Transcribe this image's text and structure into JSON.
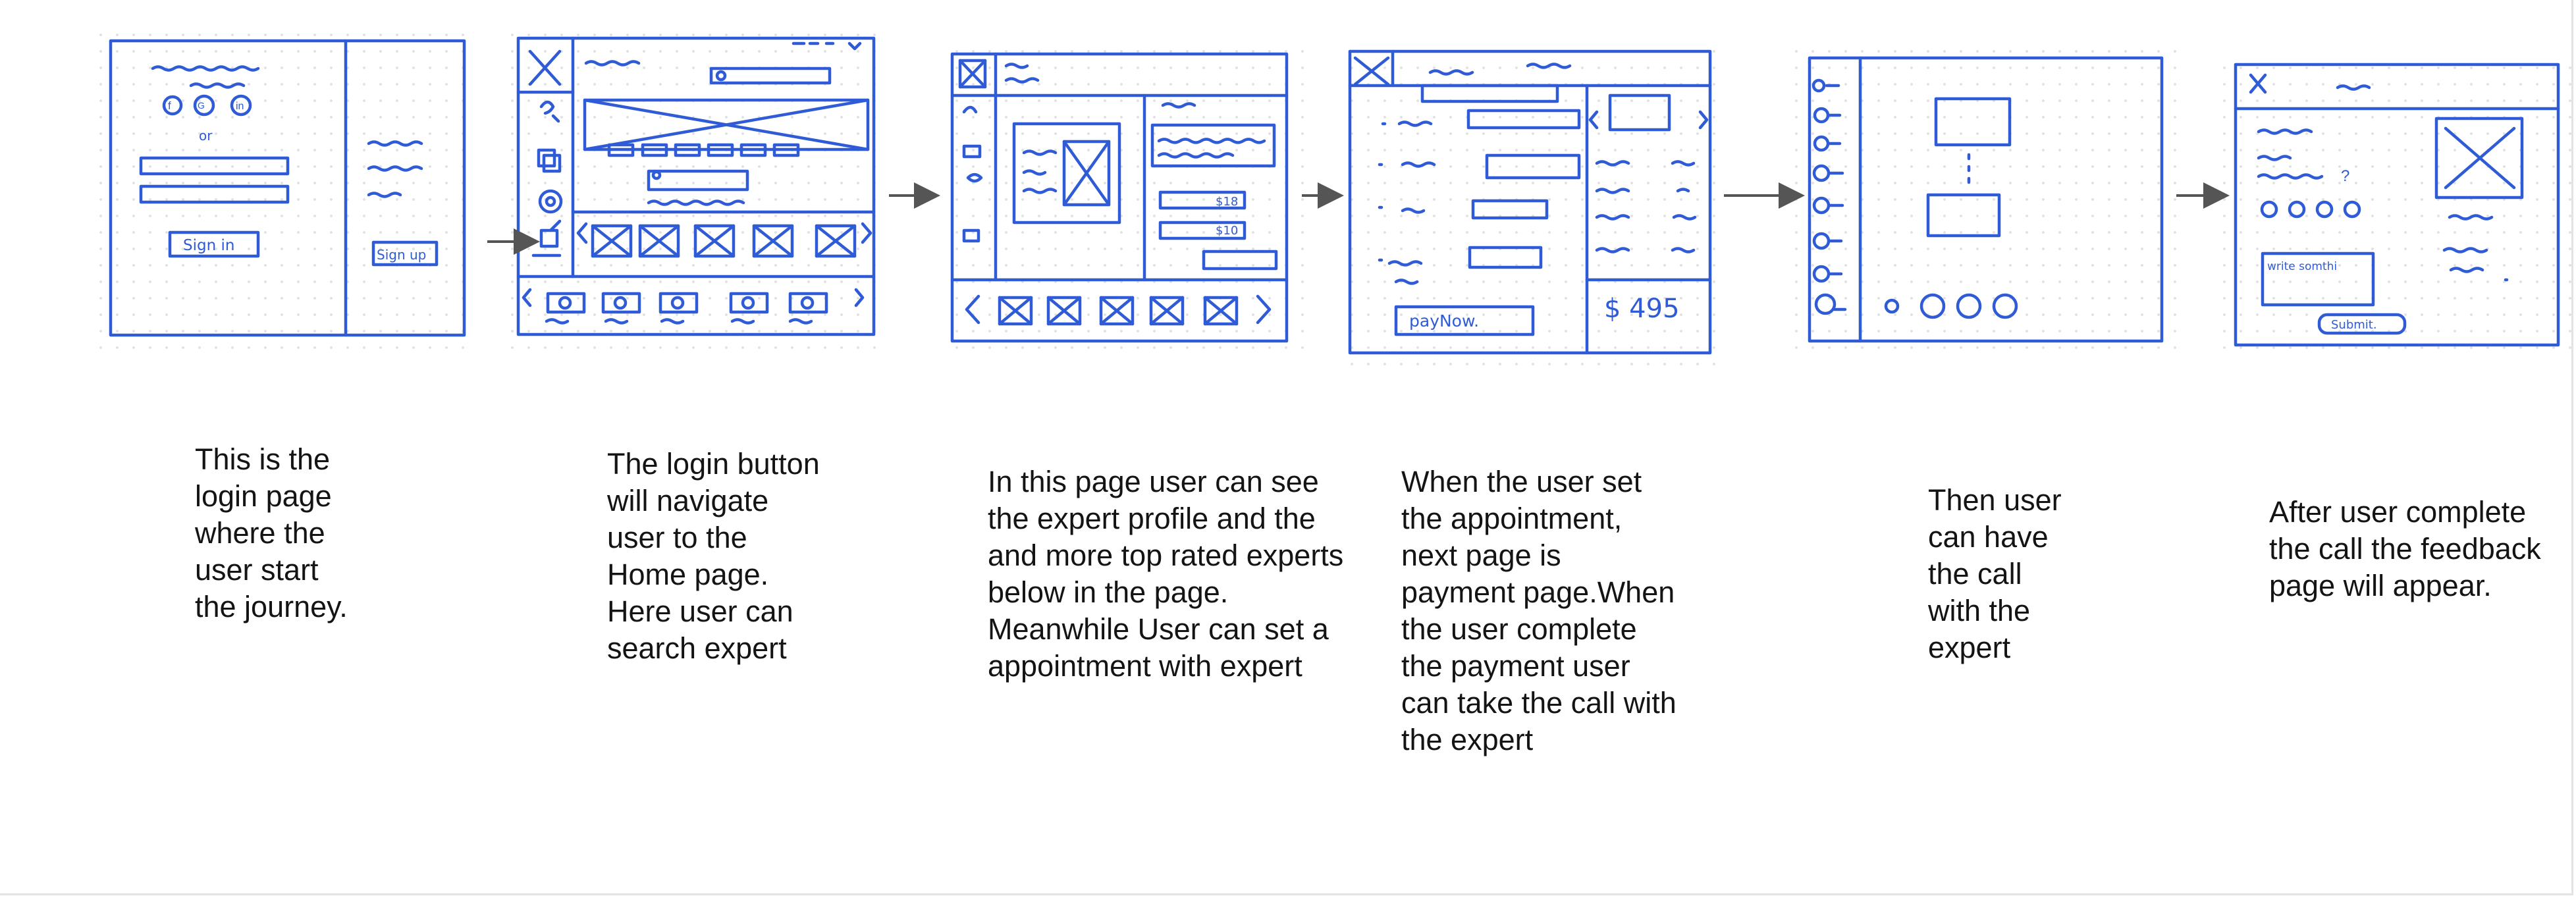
{
  "colors": {
    "ink": "#2f5cd6",
    "grid_dot": "#e2e2e2",
    "arrow": "#555555",
    "caption": "#141414"
  },
  "screens": [
    {
      "name": "login-page-sketch",
      "labels": [
        "or",
        "Sign in",
        "Sign up"
      ],
      "caption": " This is the\nlogin page\nwhere the\nuser start\nthe journey."
    },
    {
      "name": "home-page-sketch",
      "labels": [],
      "caption": "The login button\nwill navigate\nuser to the\nHome page.\nHere user can\nsearch expert"
    },
    {
      "name": "expert-profile-sketch",
      "labels": [
        "$18",
        "$10"
      ],
      "caption": "In this page user can see\nthe expert profile and the\nand more top rated experts\nbelow in the page.\nMeanwhile User can set a\nappointment with expert"
    },
    {
      "name": "payment-page-sketch",
      "labels": [
        "payNow.",
        "$ 495"
      ],
      "caption": "When the user set\nthe appointment,\nnext page is\npayment page.When\nthe user complete\nthe payment user\ncan take the call with\nthe expert"
    },
    {
      "name": "call-page-sketch",
      "labels": [],
      "caption": "Then user\ncan have\nthe call\nwith the\nexpert"
    },
    {
      "name": "feedback-page-sketch",
      "labels": [
        "write somthi",
        "Submit."
      ],
      "caption": "After user complete\nthe call the feedback\npage will appear."
    }
  ]
}
